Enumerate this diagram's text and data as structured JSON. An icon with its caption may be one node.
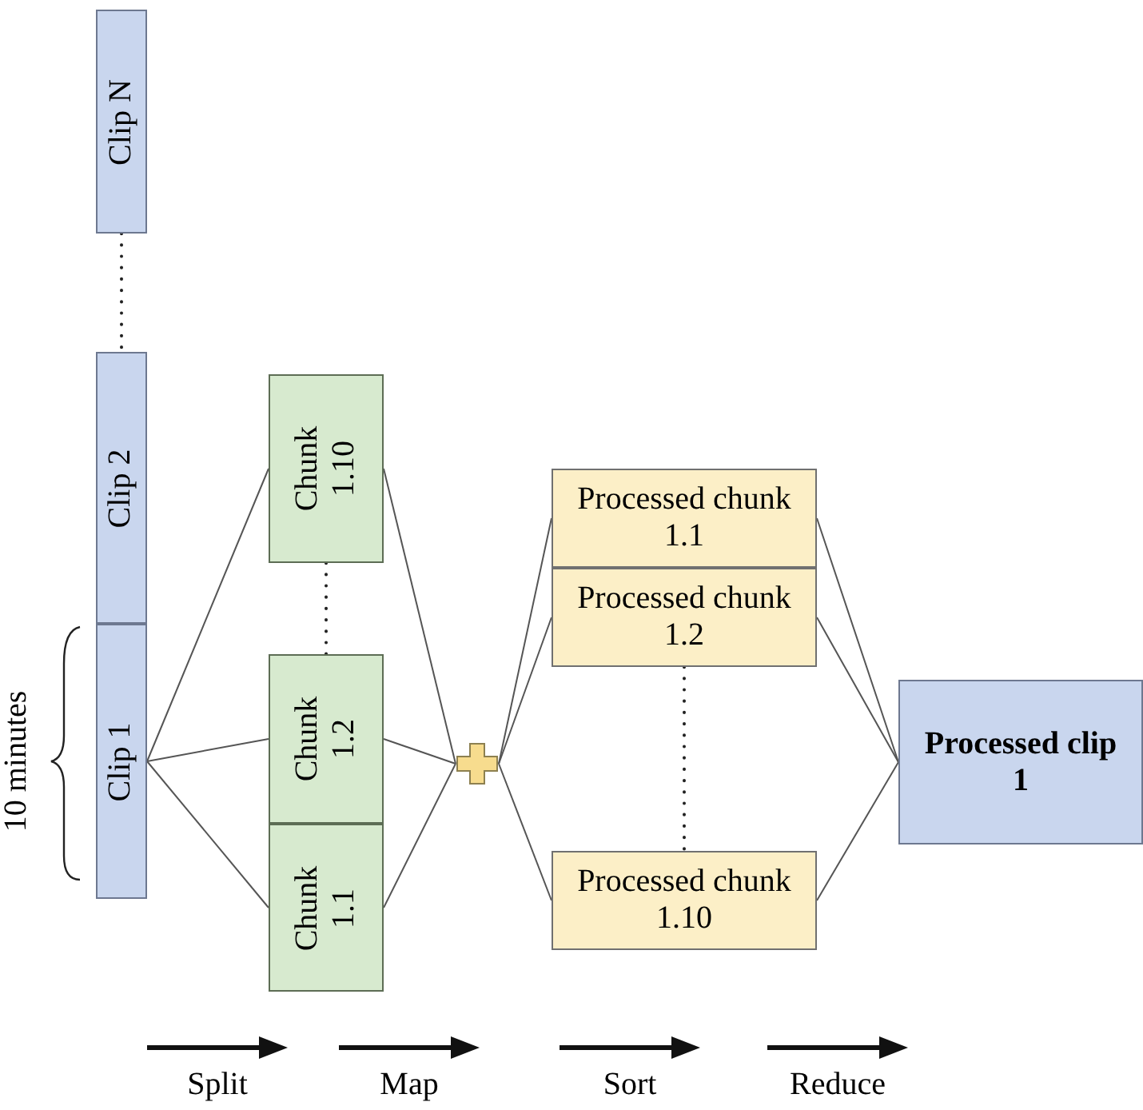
{
  "diagram": {
    "nodes": [
      {
        "text": [
          "Clip N"
        ]
      },
      {
        "text": [
          "Clip 2"
        ]
      },
      {
        "text": [
          "Clip 1"
        ],
        "beside": [
          "10 minutes"
        ]
      },
      {
        "text": [
          "Chunk 1.10"
        ]
      },
      {
        "text": [
          "Chunk 1.2"
        ]
      },
      {
        "text": [
          "Chunk 1.1"
        ]
      },
      {
        "text": [],
        "shape": "cross"
      },
      {
        "text": [
          "Processed chunk 1.1"
        ]
      },
      {
        "text": [
          "Processed chunk 1.2"
        ]
      },
      {
        "text": [
          "Processed chunk 1.10"
        ]
      },
      {
        "text": [
          "Processed clip 1"
        ]
      }
    ],
    "edges": [
      {
        "from": 0,
        "to": 1,
        "arrow": "none",
        "style": "dashed"
      },
      {
        "from": 2,
        "to": 3,
        "arrow": "none"
      },
      {
        "from": 2,
        "to": 4,
        "arrow": "none"
      },
      {
        "from": 2,
        "to": 5,
        "arrow": "none"
      },
      {
        "from": 3,
        "to": 4,
        "arrow": "none",
        "style": "dashed"
      },
      {
        "from": 3,
        "to": 6,
        "arrow": "none"
      },
      {
        "from": 4,
        "to": 6,
        "arrow": "none"
      },
      {
        "from": 5,
        "to": 6,
        "arrow": "none"
      },
      {
        "from": 6,
        "to": 7,
        "arrow": "none"
      },
      {
        "from": 6,
        "to": 8,
        "arrow": "none"
      },
      {
        "from": 6,
        "to": 9,
        "arrow": "none"
      },
      {
        "from": 8,
        "to": 9,
        "arrow": "none",
        "style": "dashed"
      },
      {
        "from": 7,
        "to": 10,
        "arrow": "none"
      },
      {
        "from": 8,
        "to": 10,
        "arrow": "none"
      },
      {
        "from": 9,
        "to": 10,
        "arrow": "none"
      }
    ],
    "labels": [
      "Split",
      "Map",
      "Sort",
      "Reduce"
    ]
  }
}
